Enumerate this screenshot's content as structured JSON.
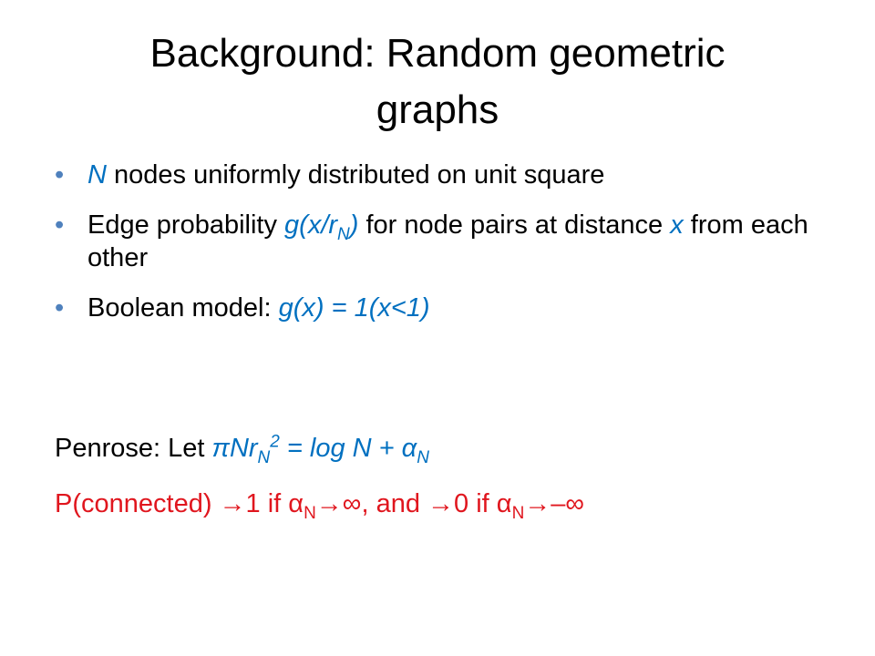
{
  "slide": {
    "title_line1": "Background: Random geometric",
    "title_line2": "graphs",
    "bullets": {
      "b1": {
        "var": "N",
        "text": " nodes uniformly distributed on unit square"
      },
      "b2": {
        "pre": "Edge probability ",
        "fn_open": "g(x/r",
        "fn_sub": "N",
        "fn_close": ")",
        "mid": " for node pairs at distance ",
        "var": "x",
        "post": " from each other"
      },
      "b3": {
        "pre": "Boolean model: ",
        "formula": "g(x) = 1(x<1)"
      }
    },
    "penrose": {
      "label": "Penrose: Let ",
      "pi": "π",
      "var_n": "Nr",
      "sub_n": "N",
      "sup_2": "2",
      "rhs": " = log N + ",
      "alpha": "α",
      "alpha_sub": "N"
    },
    "connected": {
      "pre": "P(connected) ",
      "arrow1": "→",
      "one_if": "1 if ",
      "alpha1": "α",
      "sub1": "N",
      "arrow2": "→",
      "inf1": "∞",
      "and": ", and ",
      "arrow3": "→",
      "zero_if": "0 if ",
      "alpha2": "α",
      "sub2": "N",
      "arrow4": "→",
      "neg_inf": "–∞"
    }
  },
  "colors": {
    "bullet": "#4f81bd",
    "highlight": "#0070c0",
    "emphasis": "#e0161e"
  }
}
